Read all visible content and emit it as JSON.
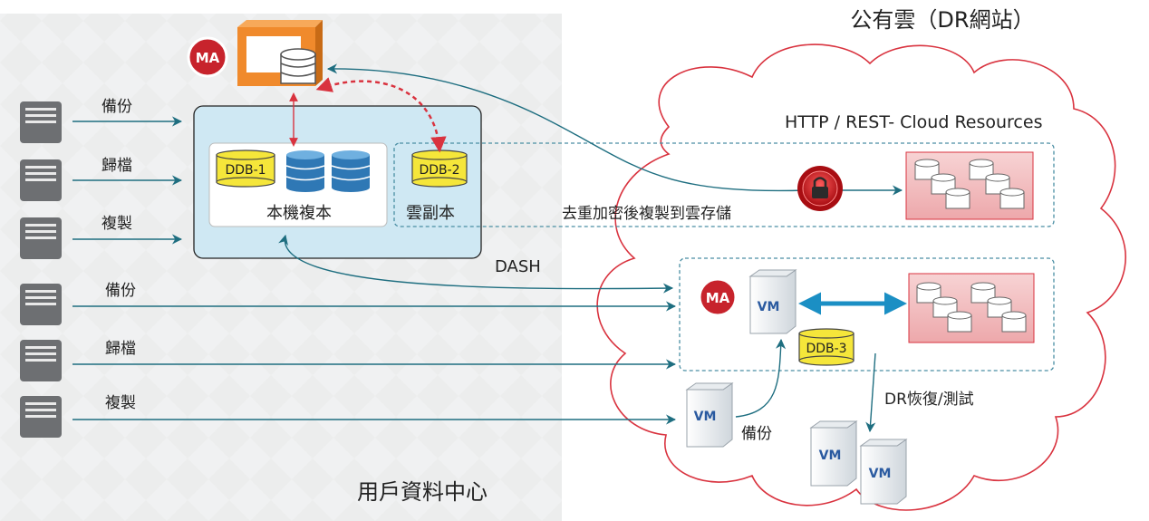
{
  "titles": {
    "cloud_title": "公有雲（DR網站）",
    "datacenter_title": "用戶資料中心"
  },
  "servers": {
    "top": [
      {
        "label": "備份"
      },
      {
        "label": "歸檔"
      },
      {
        "label": "複製"
      }
    ],
    "bottom": [
      {
        "label": "備份"
      },
      {
        "label": "歸檔"
      },
      {
        "label": "複製"
      }
    ]
  },
  "badges": {
    "ma": "MA"
  },
  "local": {
    "ddb1": "DDB-1",
    "label": "本機複本"
  },
  "cloud_copy": {
    "ddb2": "DDB-2",
    "label": "雲副本",
    "dedupe_text": "去重加密後複製到雲存儲",
    "http_label": "HTTP / REST- Cloud Resources"
  },
  "dash": "DASH",
  "dr": {
    "vm": "VM",
    "ddb3": "DDB-3",
    "restore_label": "DR恢復/測試",
    "backup_label": "備份"
  },
  "colors": {
    "cloud_outline": "#d9333f",
    "arrow_teal": "#1e6e80",
    "local_box_fill": "#cfe8f3",
    "db_blue": "#2f78b5",
    "db_yellow": "#f5e63a",
    "storage_pink": "#f3c0c2"
  }
}
